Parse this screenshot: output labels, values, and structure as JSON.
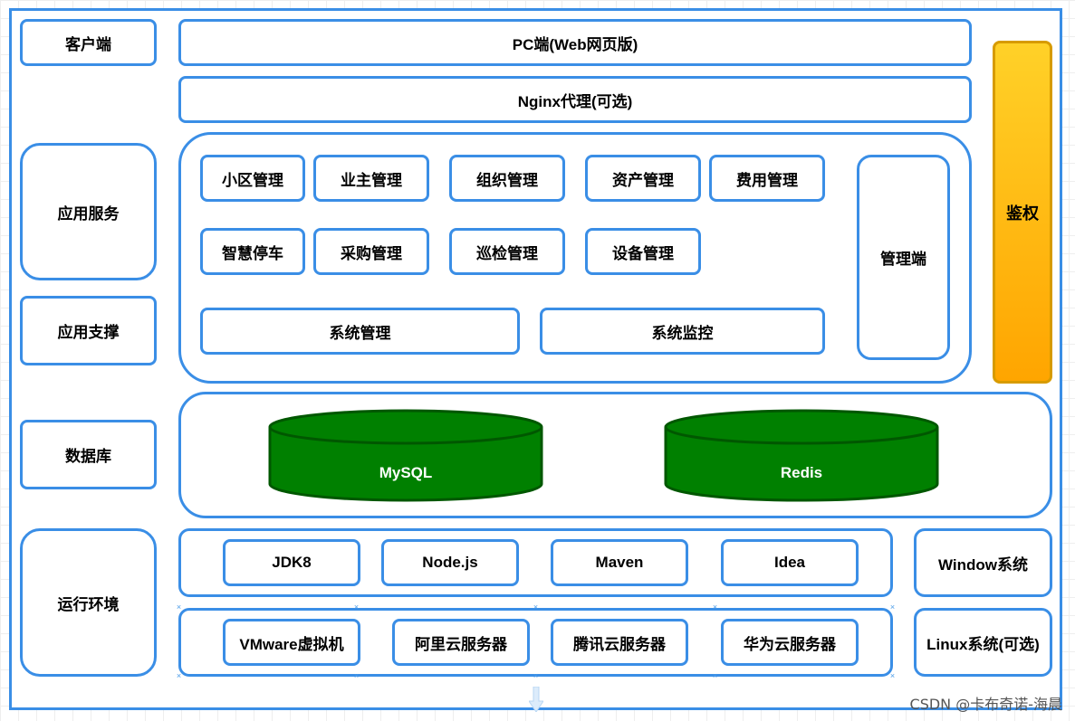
{
  "layers": {
    "client": "客户端",
    "app_service": "应用服务",
    "app_support": "应用支撑",
    "database": "数据库",
    "runtime": "运行环境"
  },
  "client": {
    "pc": "PC端(Web网页版)",
    "nginx": "Nginx代理(可选)"
  },
  "modules": [
    "小区管理",
    "业主管理",
    "组织管理",
    "资产管理",
    "费用管理",
    "智慧停车",
    "采购管理",
    "巡检管理",
    "设备管理"
  ],
  "support": {
    "system_management": "系统管理",
    "system_monitoring": "系统监控",
    "admin_side": "管理端"
  },
  "auth": "鉴权",
  "databases": [
    "MySQL",
    "Redis"
  ],
  "database_color": "#008000",
  "tools": [
    "JDK8",
    "Node.js",
    "Maven",
    "Idea"
  ],
  "servers": [
    "VMware虚拟机",
    "阿里云服务器",
    "腾讯云服务器",
    "华为云服务器"
  ],
  "os": {
    "windows": "Window系统",
    "linux": "Linux系统(可选)"
  },
  "watermark": "CSDN @卡布奇诺-海晨",
  "colors": {
    "border": "#3a8ee6",
    "auth_top": "#ffd128",
    "auth_bottom": "#ffa500"
  }
}
